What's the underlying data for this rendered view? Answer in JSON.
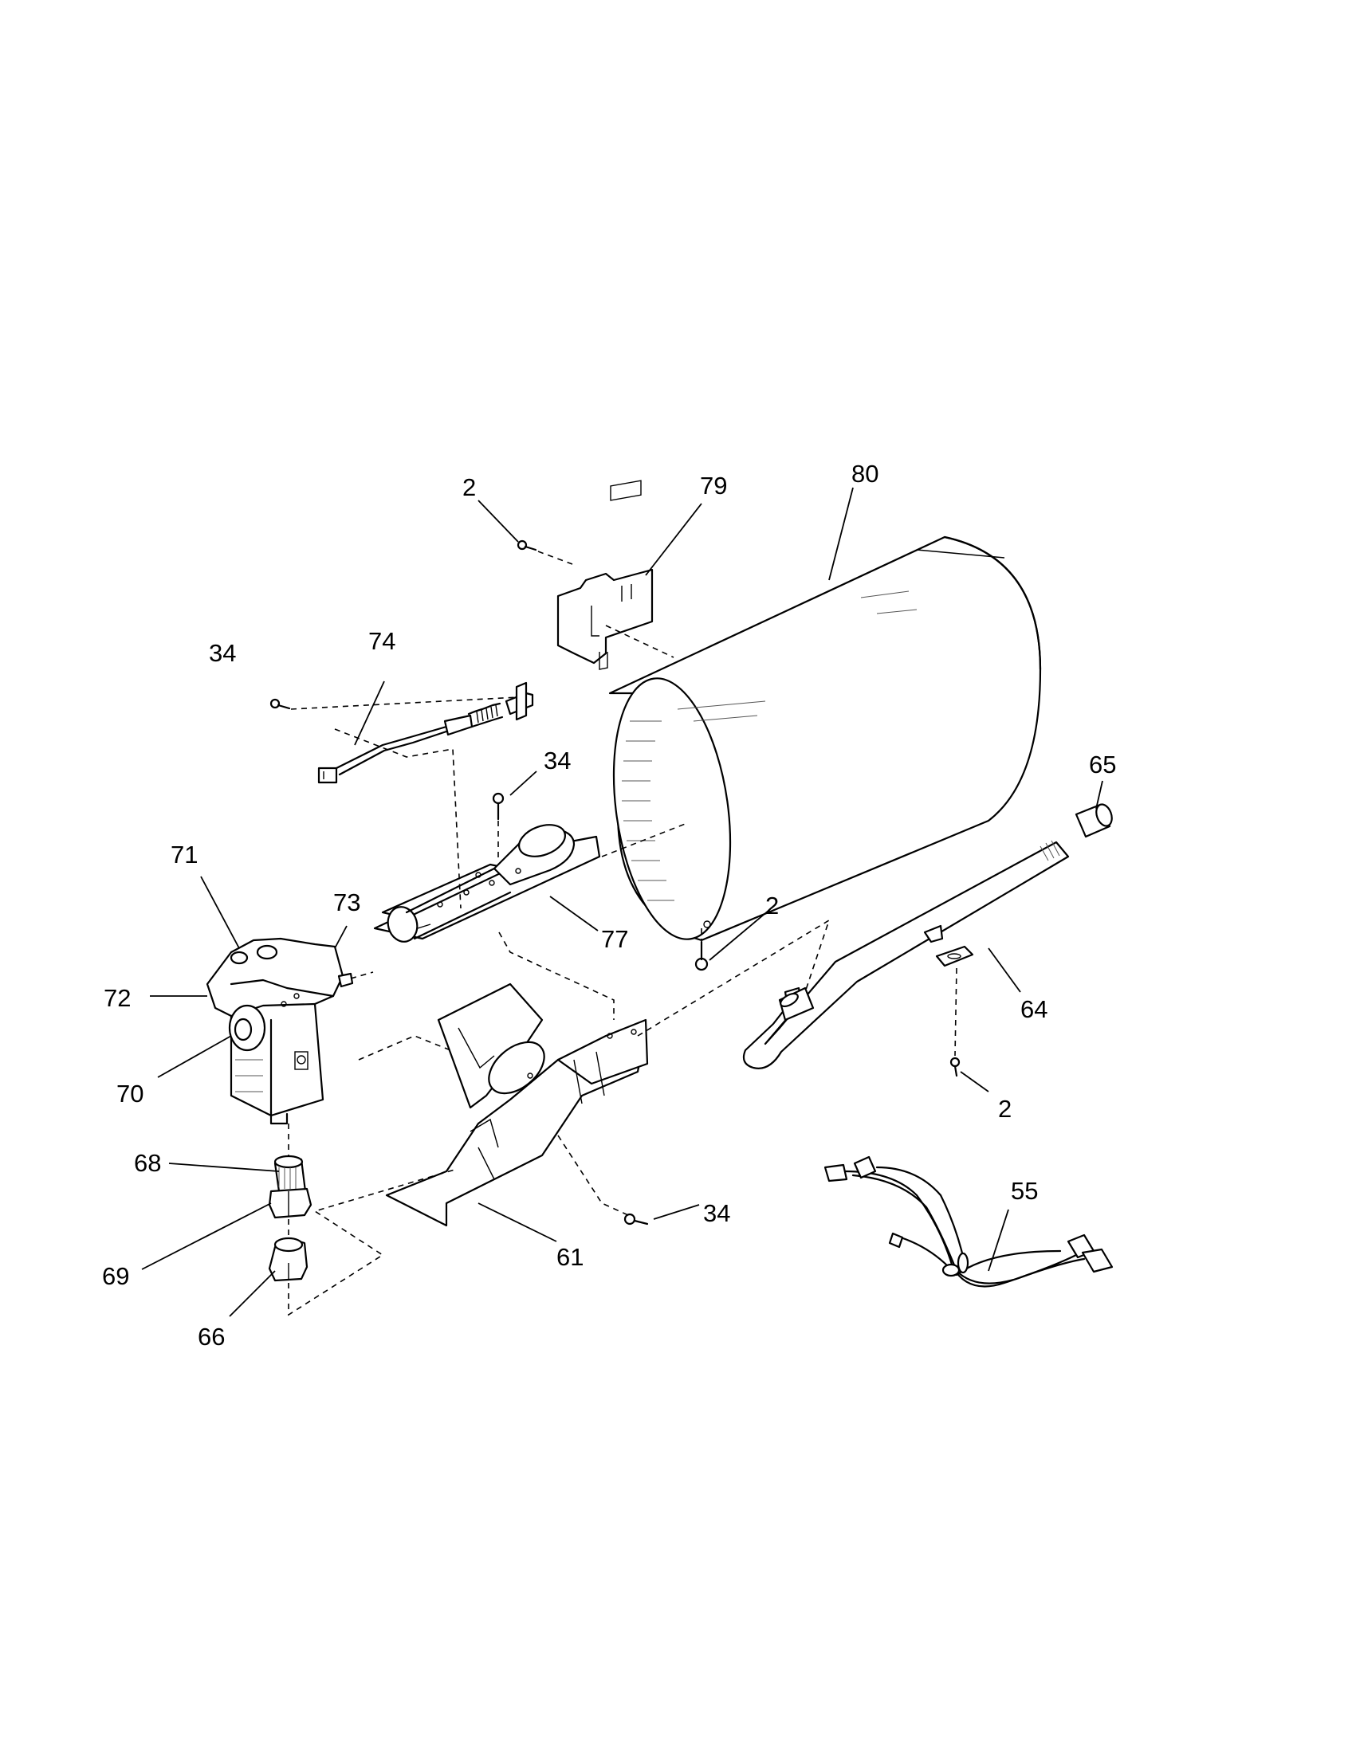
{
  "callouts": {
    "c2_top": "2",
    "c79": "79",
    "c80": "80",
    "c34_left": "34",
    "c74": "74",
    "c34_mid": "34",
    "c65": "65",
    "c71": "71",
    "c73": "73",
    "c2_mid": "2",
    "c77": "77",
    "c72": "72",
    "c64": "64",
    "c70": "70",
    "c2_right": "2",
    "c68": "68",
    "c55": "55",
    "c34_bottom": "34",
    "c69": "69",
    "c61": "61",
    "c66": "66"
  }
}
